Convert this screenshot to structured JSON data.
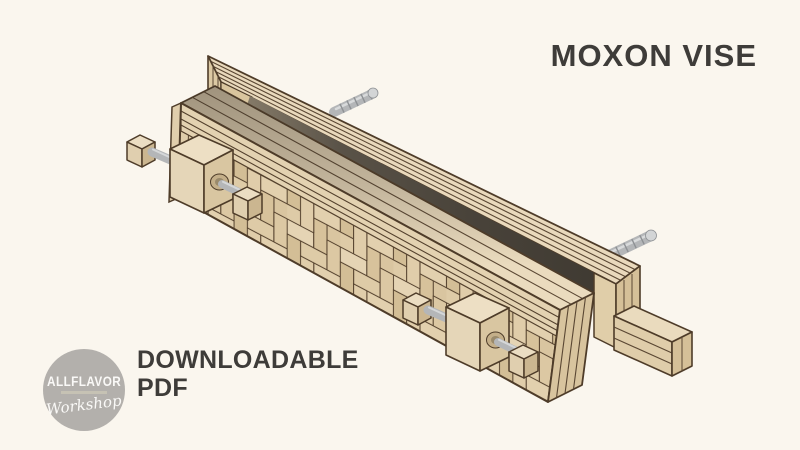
{
  "page": {
    "background_color": "#FAF6EE"
  },
  "title": {
    "text": "MOXON VISE",
    "color": "#3E3C39"
  },
  "caption": {
    "line1": "DOWNLOADABLE",
    "line2": "PDF",
    "color": "#3E3C39"
  },
  "logo": {
    "brand": "ALLFLAVOR",
    "workshop": "Workshop",
    "circle_color": "#B3B0AC",
    "text_color": "#FAF9F7"
  },
  "illustration": {
    "label": "Moxon vise 3D render",
    "colors": {
      "wood_light": "#EADBBE",
      "wood_mid": "#DFCDAA",
      "wood_dark": "#D5C098",
      "outline": "#4E3C29",
      "metal": "#B4B6B8",
      "shadow_gap": "#453F36"
    }
  }
}
